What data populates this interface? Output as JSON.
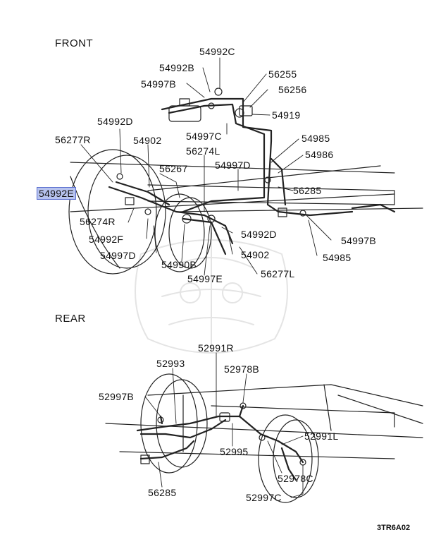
{
  "sections": {
    "front": "FRONT",
    "rear": "REAR"
  },
  "diagram_code": "3TR6A02",
  "highlight_color": "#b7c3ee",
  "front_labels": {
    "l54992C": "54992C",
    "l54992B": "54992B",
    "l54997B_top": "54997B",
    "l56255": "56255",
    "l56256": "56256",
    "l54919": "54919",
    "l54992D_top": "54992D",
    "l54997C": "54997C",
    "l54985_top": "54985",
    "l56277R": "56277R",
    "l54902_top": "54902",
    "l56274L": "56274L",
    "l54986": "54986",
    "l56267": "56267",
    "l54997D_mid": "54997D",
    "l54992E": "54992E",
    "l56285": "56285",
    "l56274R": "56274R",
    "l54992F": "54992F",
    "l54997D_bot": "54997D",
    "l54992D_bot": "54992D",
    "l54997B_right": "54997B",
    "l54902_bot": "54902",
    "l54985_bot": "54985",
    "l54990B": "54990B",
    "l56277L": "56277L",
    "l54997E": "54997E"
  },
  "rear_labels": {
    "l52991R": "52991R",
    "l52993": "52993",
    "l52978B": "52978B",
    "l52997B": "52997B",
    "l52991L": "52991L",
    "l52995": "52995",
    "l52978C": "52978C",
    "l56285": "56285",
    "l52997C": "52997C"
  }
}
